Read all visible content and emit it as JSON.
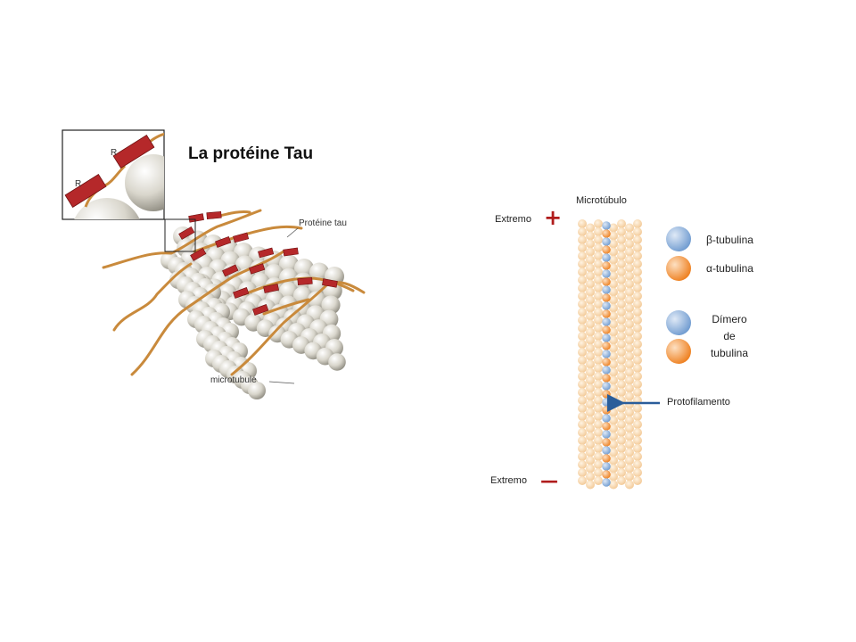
{
  "tau_panel": {
    "title": "La protéine Tau",
    "inset_labels": [
      "R",
      "R"
    ],
    "label_tau": "Protéine tau",
    "label_microtubule": "microtubule"
  },
  "microtubule_panel": {
    "label_top": "Microtúbulo",
    "extremo_plus_text": "Extremo",
    "plus_sign": "+",
    "extremo_minus_text": "Extremo",
    "minus_sign": "—",
    "protofilamento": "Protofilamento",
    "legend": {
      "beta": "β-tubulina",
      "alpha": "α-tubulina",
      "dimer_line1": "Dímero",
      "dimer_line2": "de",
      "dimer_line3": "tubulina"
    }
  },
  "colors": {
    "tau_strand": "#c98a3c",
    "tau_repeat": "#b5282a",
    "beta_tubulin": "#7fa9d6",
    "alpha_tubulin": "#f08c2e",
    "tubulin_light": "#f6d3a4",
    "sign_red": "#b01c1c",
    "arrow": "#2a5d9a"
  }
}
